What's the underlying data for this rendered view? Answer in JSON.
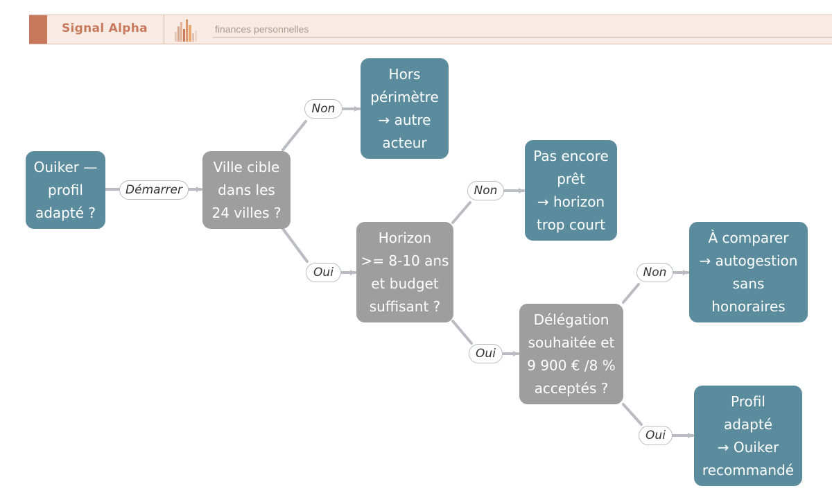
{
  "header": {
    "brand": "Signal Alpha",
    "subtitle": "finances personnelles"
  },
  "nodes": {
    "start": "Ouiker —\nprofil\nadapté ?",
    "city": "Ville cible\ndans les\n24 villes ?",
    "out_of_scope": "Hors\npérimètre\n→ autre\nacteur",
    "horizon": "Horizon\n>= 8-10 ans\net budget\nsuffisant ?",
    "not_ready": "Pas encore\nprêt\n→ horizon\ntrop court",
    "delegation": "Délégation\nsouhaitée et\n9 900 € /8 %\nacceptés ?",
    "compare": "À comparer\n→ autogestion\nsans\nhonoraires",
    "recommended": "Profil\nadapté\n→ Ouiker\nrecommandé"
  },
  "edges": {
    "start_to_city": "Démarrer",
    "city_no": "Non",
    "city_yes": "Oui",
    "horizon_no": "Non",
    "horizon_yes": "Oui",
    "delegation_no": "Non",
    "delegation_yes": "Oui"
  },
  "colors": {
    "terminal": "#5b8c9e",
    "decision": "#9e9e9e",
    "edge": "#b9bcc2",
    "brand": "#c8795c"
  }
}
